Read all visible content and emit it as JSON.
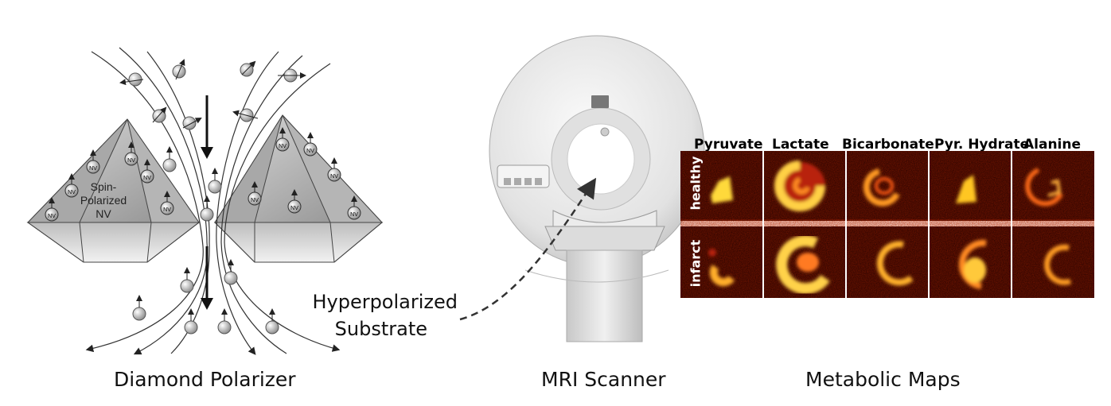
{
  "captions": {
    "polarizer": "Diamond Polarizer",
    "scanner": "MRI Scanner",
    "maps": "Metabolic Maps"
  },
  "substrate": {
    "line1": "Hyperpolarized",
    "line2": "Substrate"
  },
  "diamond": {
    "center_label_1": "Spin-",
    "center_label_2": "Polarized",
    "center_label_3": "NV",
    "nv_tag": "NV",
    "nv_tag_right": "NV"
  },
  "maps": {
    "columns": [
      "Pyruvate",
      "Lactate",
      "Bicarbonate",
      "Pyr. Hydrate",
      "Alanine"
    ],
    "rows": [
      "healthy",
      "infarct"
    ]
  }
}
